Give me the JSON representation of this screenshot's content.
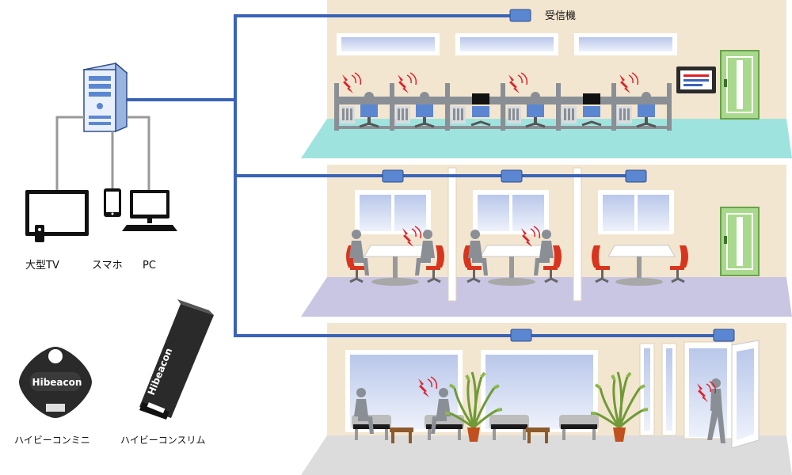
{
  "labels": {
    "receiver": "受信機",
    "tv": "大型TV",
    "smartphone": "スマホ",
    "pc": "PC",
    "mini": "ハイビーコンミニ",
    "slim": "ハイビーコンスリム"
  },
  "brand": {
    "mini": "Hibeacon",
    "slim": "Hibeacon"
  },
  "colors": {
    "network": "#3a63b8",
    "wall": "#f3e6d0",
    "floor1": "#9fe3df",
    "floor2": "#c9c6e4",
    "floor3": "#dcdcdc",
    "door": "#a9d98c",
    "chair": "#d8351f",
    "signal": "#e0202a"
  }
}
